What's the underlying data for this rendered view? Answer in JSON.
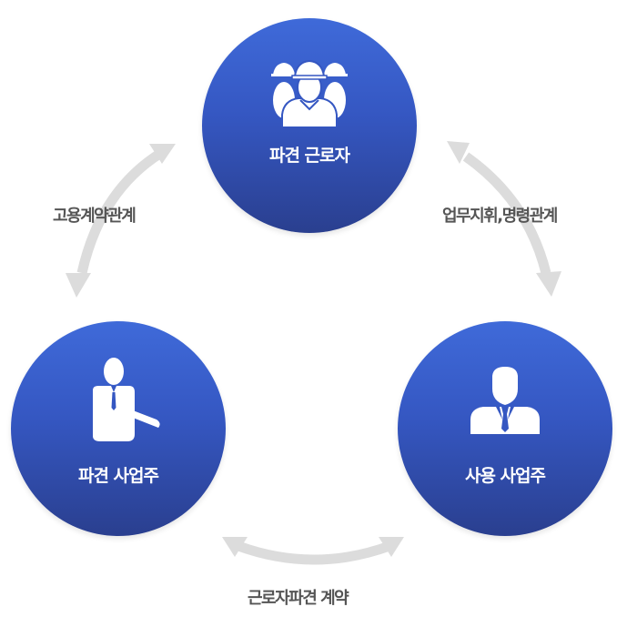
{
  "diagram": {
    "nodes": {
      "worker": {
        "label": "파견 근로자",
        "icon": "construction-workers-icon"
      },
      "dispatch_employer": {
        "label": "파견 사업주",
        "icon": "businessman-gesturing-icon"
      },
      "user_employer": {
        "label": "사용 사업주",
        "icon": "businessman-icon"
      }
    },
    "relations": {
      "employment": {
        "label": "고용계약관계",
        "between": [
          "파견 사업주",
          "파견 근로자"
        ],
        "direction": "bidirectional"
      },
      "command": {
        "label": "업무지휘,명령관계",
        "between": [
          "파견 근로자",
          "사용 사업주"
        ],
        "direction": "bidirectional"
      },
      "contract": {
        "label": "근로자파견 계약",
        "between": [
          "파견 사업주",
          "사용 사업주"
        ],
        "direction": "bidirectional"
      }
    },
    "colors": {
      "node_top": "#3f6ad9",
      "node_bottom": "#2a3f8f",
      "node_text": "#ffffff",
      "arrow": "#dcdcdc",
      "relation_text": "#555555"
    }
  }
}
